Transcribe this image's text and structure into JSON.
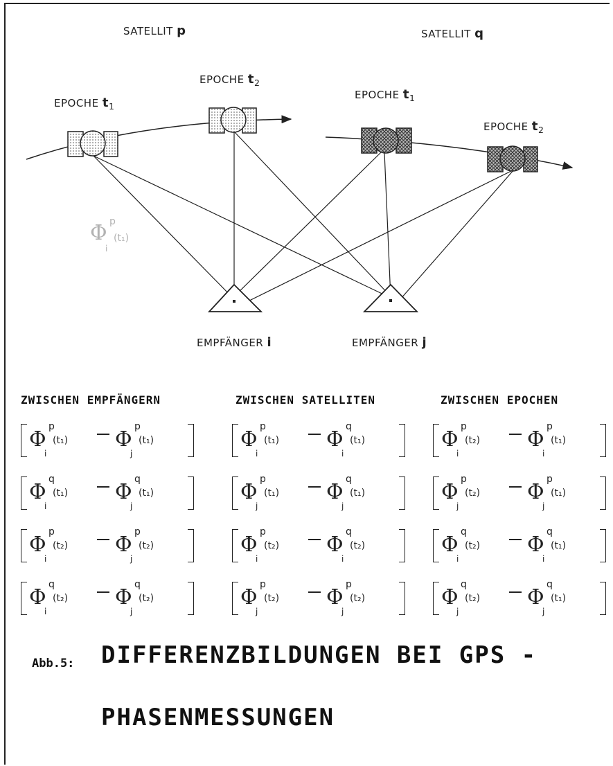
{
  "scene": {
    "satellite_p_label": "SATELLIT",
    "satellite_p_symbol": "p",
    "satellite_q_label": "SATELLIT",
    "satellite_q_symbol": "q",
    "epoch_word": "EPOCHE",
    "epoch_t1": "t",
    "epoch_t1_sub": "1",
    "epoch_t2": "t",
    "epoch_t2_sub": "2",
    "receiver_i_label": "EMPFÄNGER",
    "receiver_i_symbol": "i",
    "receiver_j_label": "EMPFÄNGER",
    "receiver_j_symbol": "j",
    "phase_example": {
      "sup": "p",
      "sub": "i",
      "arg": "(t₁)"
    }
  },
  "columns": [
    {
      "heading": "ZWISCHEN  EMPFÄNGERN",
      "rows": [
        {
          "a_sup": "p",
          "a_sub": "i",
          "a_arg": "(t₁)",
          "b_sup": "p",
          "b_sub": "j",
          "b_arg": "(t₁)"
        },
        {
          "a_sup": "q",
          "a_sub": "i",
          "a_arg": "(t₁)",
          "b_sup": "q",
          "b_sub": "j",
          "b_arg": "(t₁)"
        },
        {
          "a_sup": "p",
          "a_sub": "i",
          "a_arg": "(t₂)",
          "b_sup": "p",
          "b_sub": "j",
          "b_arg": "(t₂)"
        },
        {
          "a_sup": "q",
          "a_sub": "i",
          "a_arg": "(t₂)",
          "b_sup": "q",
          "b_sub": "j",
          "b_arg": "(t₂)"
        }
      ]
    },
    {
      "heading": "ZWISCHEN SATELLITEN",
      "rows": [
        {
          "a_sup": "p",
          "a_sub": "i",
          "a_arg": "(t₁)",
          "b_sup": "q",
          "b_sub": "i",
          "b_arg": "(t₁)"
        },
        {
          "a_sup": "p",
          "a_sub": "j",
          "a_arg": "(t₁)",
          "b_sup": "q",
          "b_sub": "j",
          "b_arg": "(t₁)"
        },
        {
          "a_sup": "p",
          "a_sub": "i",
          "a_arg": "(t₂)",
          "b_sup": "q",
          "b_sub": "i",
          "b_arg": "(t₂)"
        },
        {
          "a_sup": "p",
          "a_sub": "j",
          "a_arg": "(t₂)",
          "b_sup": "p",
          "b_sub": "j",
          "b_arg": "(t₂)"
        }
      ]
    },
    {
      "heading": "ZWISCHEN EPOCHEN",
      "rows": [
        {
          "a_sup": "p",
          "a_sub": "i",
          "a_arg": "(t₂)",
          "b_sup": "p",
          "b_sub": "i",
          "b_arg": "(t₁)"
        },
        {
          "a_sup": "p",
          "a_sub": "j",
          "a_arg": "(t₂)",
          "b_sup": "p",
          "b_sub": "j",
          "b_arg": "(t₁)"
        },
        {
          "a_sup": "q",
          "a_sub": "i",
          "a_arg": "(t₂)",
          "b_sup": "q",
          "b_sub": "i",
          "b_arg": "(t₁)"
        },
        {
          "a_sup": "q",
          "a_sub": "j",
          "a_arg": "(t₂)",
          "b_sup": "q",
          "b_sub": "j",
          "b_arg": "(t₁)"
        }
      ]
    }
  ],
  "caption": {
    "prefix": "Abb.5:",
    "line1": "DIFFERENZBILDUNGEN BEI GPS -",
    "line2": "PHASENMESSUNGEN"
  }
}
